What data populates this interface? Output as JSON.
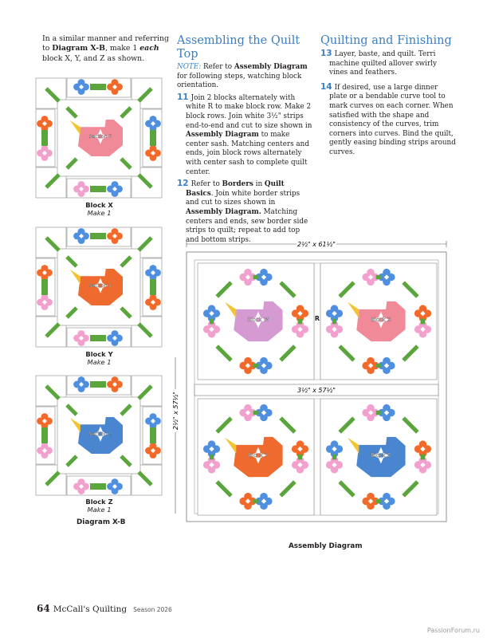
{
  "intro": {
    "text_a": "In a similar manner and referring to ",
    "ref": "Diagram X-B",
    "text_b": ", make 1 ",
    "each": "each",
    "text_c": " block X, Y, and Z as shown."
  },
  "assembling": {
    "heading": "Assembling the Quilt Top",
    "note_label": "NOTE:",
    "note_a": " Refer to ",
    "note_ref": "Assembly Diagram",
    "note_b": " for following steps, watching block orientation.",
    "step11_num": "11",
    "step11_a": "Join 2 blocks alternately with white R to make block row. Make 2 block rows. Join white 3½\" strips end-to-end and cut to size shown in ",
    "step11_ref": "Assembly Diagram",
    "step11_b": " to make center sash. Matching centers and ends, join block rows alternately with center sash to complete quilt center.",
    "step12_num": "12",
    "step12_a": "Refer to ",
    "step12_ref1": "Borders",
    "step12_b": " in ",
    "step12_ref2": "Quilt Basics",
    "step12_c": ". Join white border strips and cut to sizes shown in ",
    "step12_ref3": "Assembly Diagram.",
    "step12_d": " Matching centers and ends, sew border side strips to quilt; repeat to add top and bottom strips."
  },
  "finishing": {
    "heading": "Quilting and Finishing",
    "step13_num": "13",
    "step13": "Layer, baste, and quilt. Terri machine quilted allover swirly vines and feathers.",
    "step14_num": "14",
    "step14": "If desired, use a large dinner plate or a bendable curve tool to mark curves on each corner. When satisfied with the shape and consistency of the curves, trim corners into curves. Bind the quilt, gently easing binding strips around curves."
  },
  "blocks": [
    {
      "title": "Block X",
      "make": "Make 1",
      "section": "Section 7",
      "bird_color": "#f08a98"
    },
    {
      "title": "Block Y",
      "make": "Make 1",
      "section": "Section 8",
      "bird_color": "#ee6a2e"
    },
    {
      "title": "Block Z",
      "make": "Make 1",
      "section": "Section 9",
      "bird_color": "#4a86cf"
    }
  ],
  "diagram_xb_caption": "Diagram X-B",
  "assembly": {
    "caption": "Assembly Diagram",
    "top_dim": "2½\" x 61½\"",
    "side_dim": "2½\" x 57½\"",
    "center_dim": "3½\" x 57½\"",
    "sash_label": "R",
    "blocks": [
      {
        "label": "Block W",
        "bird_color": "#d69ad2"
      },
      {
        "label": "Block X",
        "bird_color": "#f08a98"
      },
      {
        "label": "Block Y",
        "bird_color": "#ee6a2e"
      },
      {
        "label": "Block Z",
        "bird_color": "#4a86cf"
      }
    ]
  },
  "colors": {
    "heading_blue": "#3b7fc4",
    "green": "#5aa63c",
    "flower_pink": "#f2a1cf",
    "flower_blue": "#4f8fe0",
    "flower_orange": "#f26a2a",
    "beak_yellow": "#f4c430"
  },
  "footer": {
    "page_number": "64",
    "magazine": "McCall's Quilting",
    "season": "Season 2026"
  },
  "watermark": "PassionForum.ru"
}
